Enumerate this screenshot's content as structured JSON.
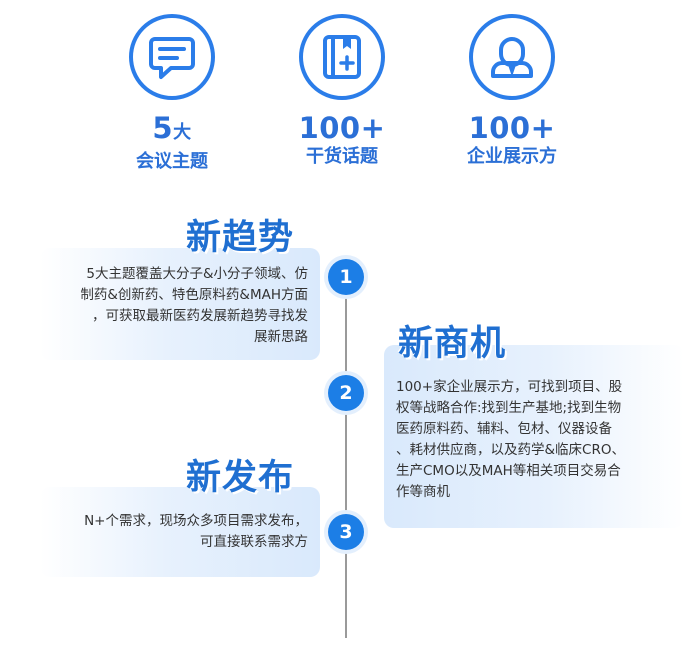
{
  "stats": [
    {
      "icon": "chat-bubble-icon",
      "value": "5",
      "suffix": "大",
      "label": "会议主题"
    },
    {
      "icon": "book-plus-icon",
      "value": "100+",
      "suffix": "",
      "label": "干货话题"
    },
    {
      "icon": "user-icon",
      "value": "100+",
      "suffix": "",
      "label": "企业展示方"
    }
  ],
  "timeline": [
    {
      "number": "1",
      "title": "新趋势",
      "lines": [
        "5大主题覆盖大分子&小分子领域、仿",
        "制药&创新药、特色原料药&MAH方面",
        "，可获取最新医药发展新趋势寻找发",
        "展新思路"
      ]
    },
    {
      "number": "2",
      "title": "新商机",
      "lines": [
        "100+家企业展示方，可找到项目、股",
        "权等战略合作:找到生产基地;找到生物",
        "医药原料药、辅料、包材、仪器设备",
        "、耗材供应商，以及药学&临床CRO、",
        "生产CMO以及MAH等相关项目交易合",
        "作等商机"
      ]
    },
    {
      "number": "3",
      "title": "新发布",
      "lines": [
        "N+个需求，现场众多项目需求发布，",
        "可直接联系需求方"
      ]
    }
  ],
  "colors": {
    "accent": "#2b7de9",
    "heading": "#1f6fd1",
    "dot": "#1c7ee6"
  }
}
